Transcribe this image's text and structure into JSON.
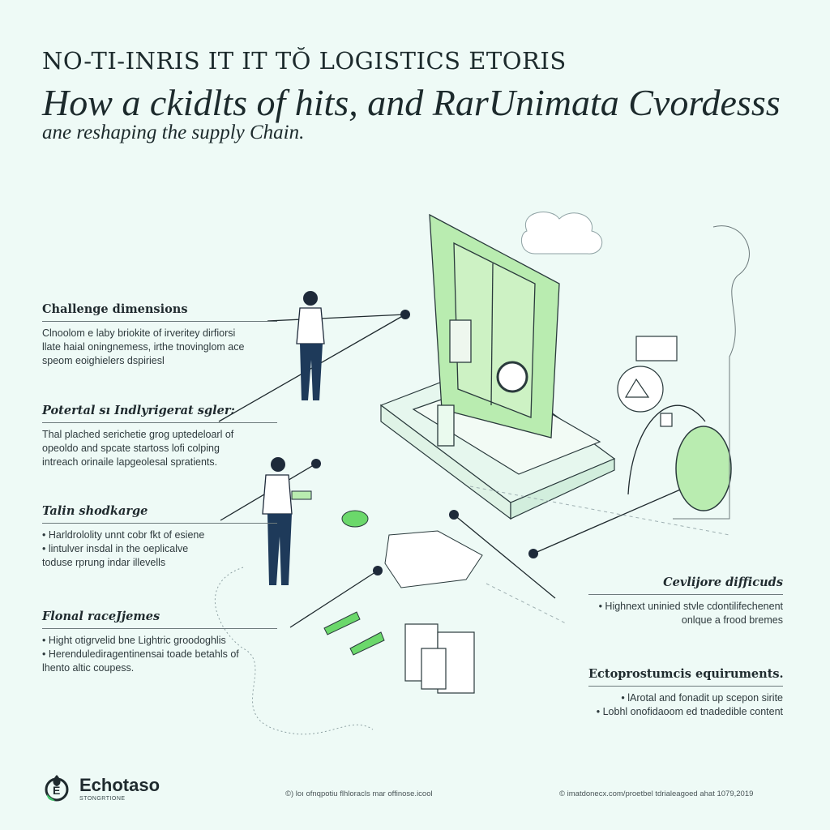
{
  "header": {
    "kicker": "NO-TI-INRIS IT IT TŎ LOGISTICS ETORIS",
    "title": "How a ckidlts of hits, and RarUnimata Cvordesss",
    "subtitle": "ane reshaping the supply Chain."
  },
  "left_sections": [
    {
      "heading": "Challenge dimensions",
      "lines": [
        "Clnoolom e laby briokite of irveritey dirfiorsi",
        "llate haial oningnemess, irthe tnovinglom ace",
        "speom eoighielers dspiriesl"
      ]
    },
    {
      "heading": "Potertal sı Indlyrigerat sgler:",
      "lines": [
        "Thal plached serichetie grog uptedeloarl of",
        "opeoldo and spcate startoss lofi colping",
        "intreach orinaile lapgeolesal spratients."
      ]
    },
    {
      "heading": "Talin shodkarge",
      "lines": [
        "• Harldrololity unnt cobr fkt of esiene",
        "• lintulver insdal in the oeplicalve",
        "toduse rprung indar illevells"
      ]
    },
    {
      "heading": "Flonal raceJjemes",
      "lines": [
        "• Hight otigrvelid bne Lightric groodoghlis",
        "• Herendulediragentinensai toade betahls of",
        "lhento altic coupess."
      ]
    }
  ],
  "right_sections": [
    {
      "heading": "Cevlijore difficuds",
      "lines": [
        "• Highnext uninied stvle cdontilifechenent",
        "onlque a frood bremes"
      ]
    },
    {
      "heading": "Ectoprostumcis equiruments.",
      "lines": [
        "• lArotal and fonadit up scepon sirite",
        "• Lobhl onofidaoom ed tnadedible content"
      ]
    }
  ],
  "footer": {
    "brand_name": "Echotaso",
    "brand_tagline": "STONGRTIONE",
    "center_note": "©) loı ofnqpotiu flhloracls mar offinose.icool",
    "right_note": "© imatdonecx.com/proetbel tdrialeagoed ahat 1079,2019"
  },
  "colors": {
    "background": "#eefaf6",
    "accent_green": "#7fe07a",
    "navy": "#1e3a5a",
    "ink": "#1f2a2e"
  }
}
